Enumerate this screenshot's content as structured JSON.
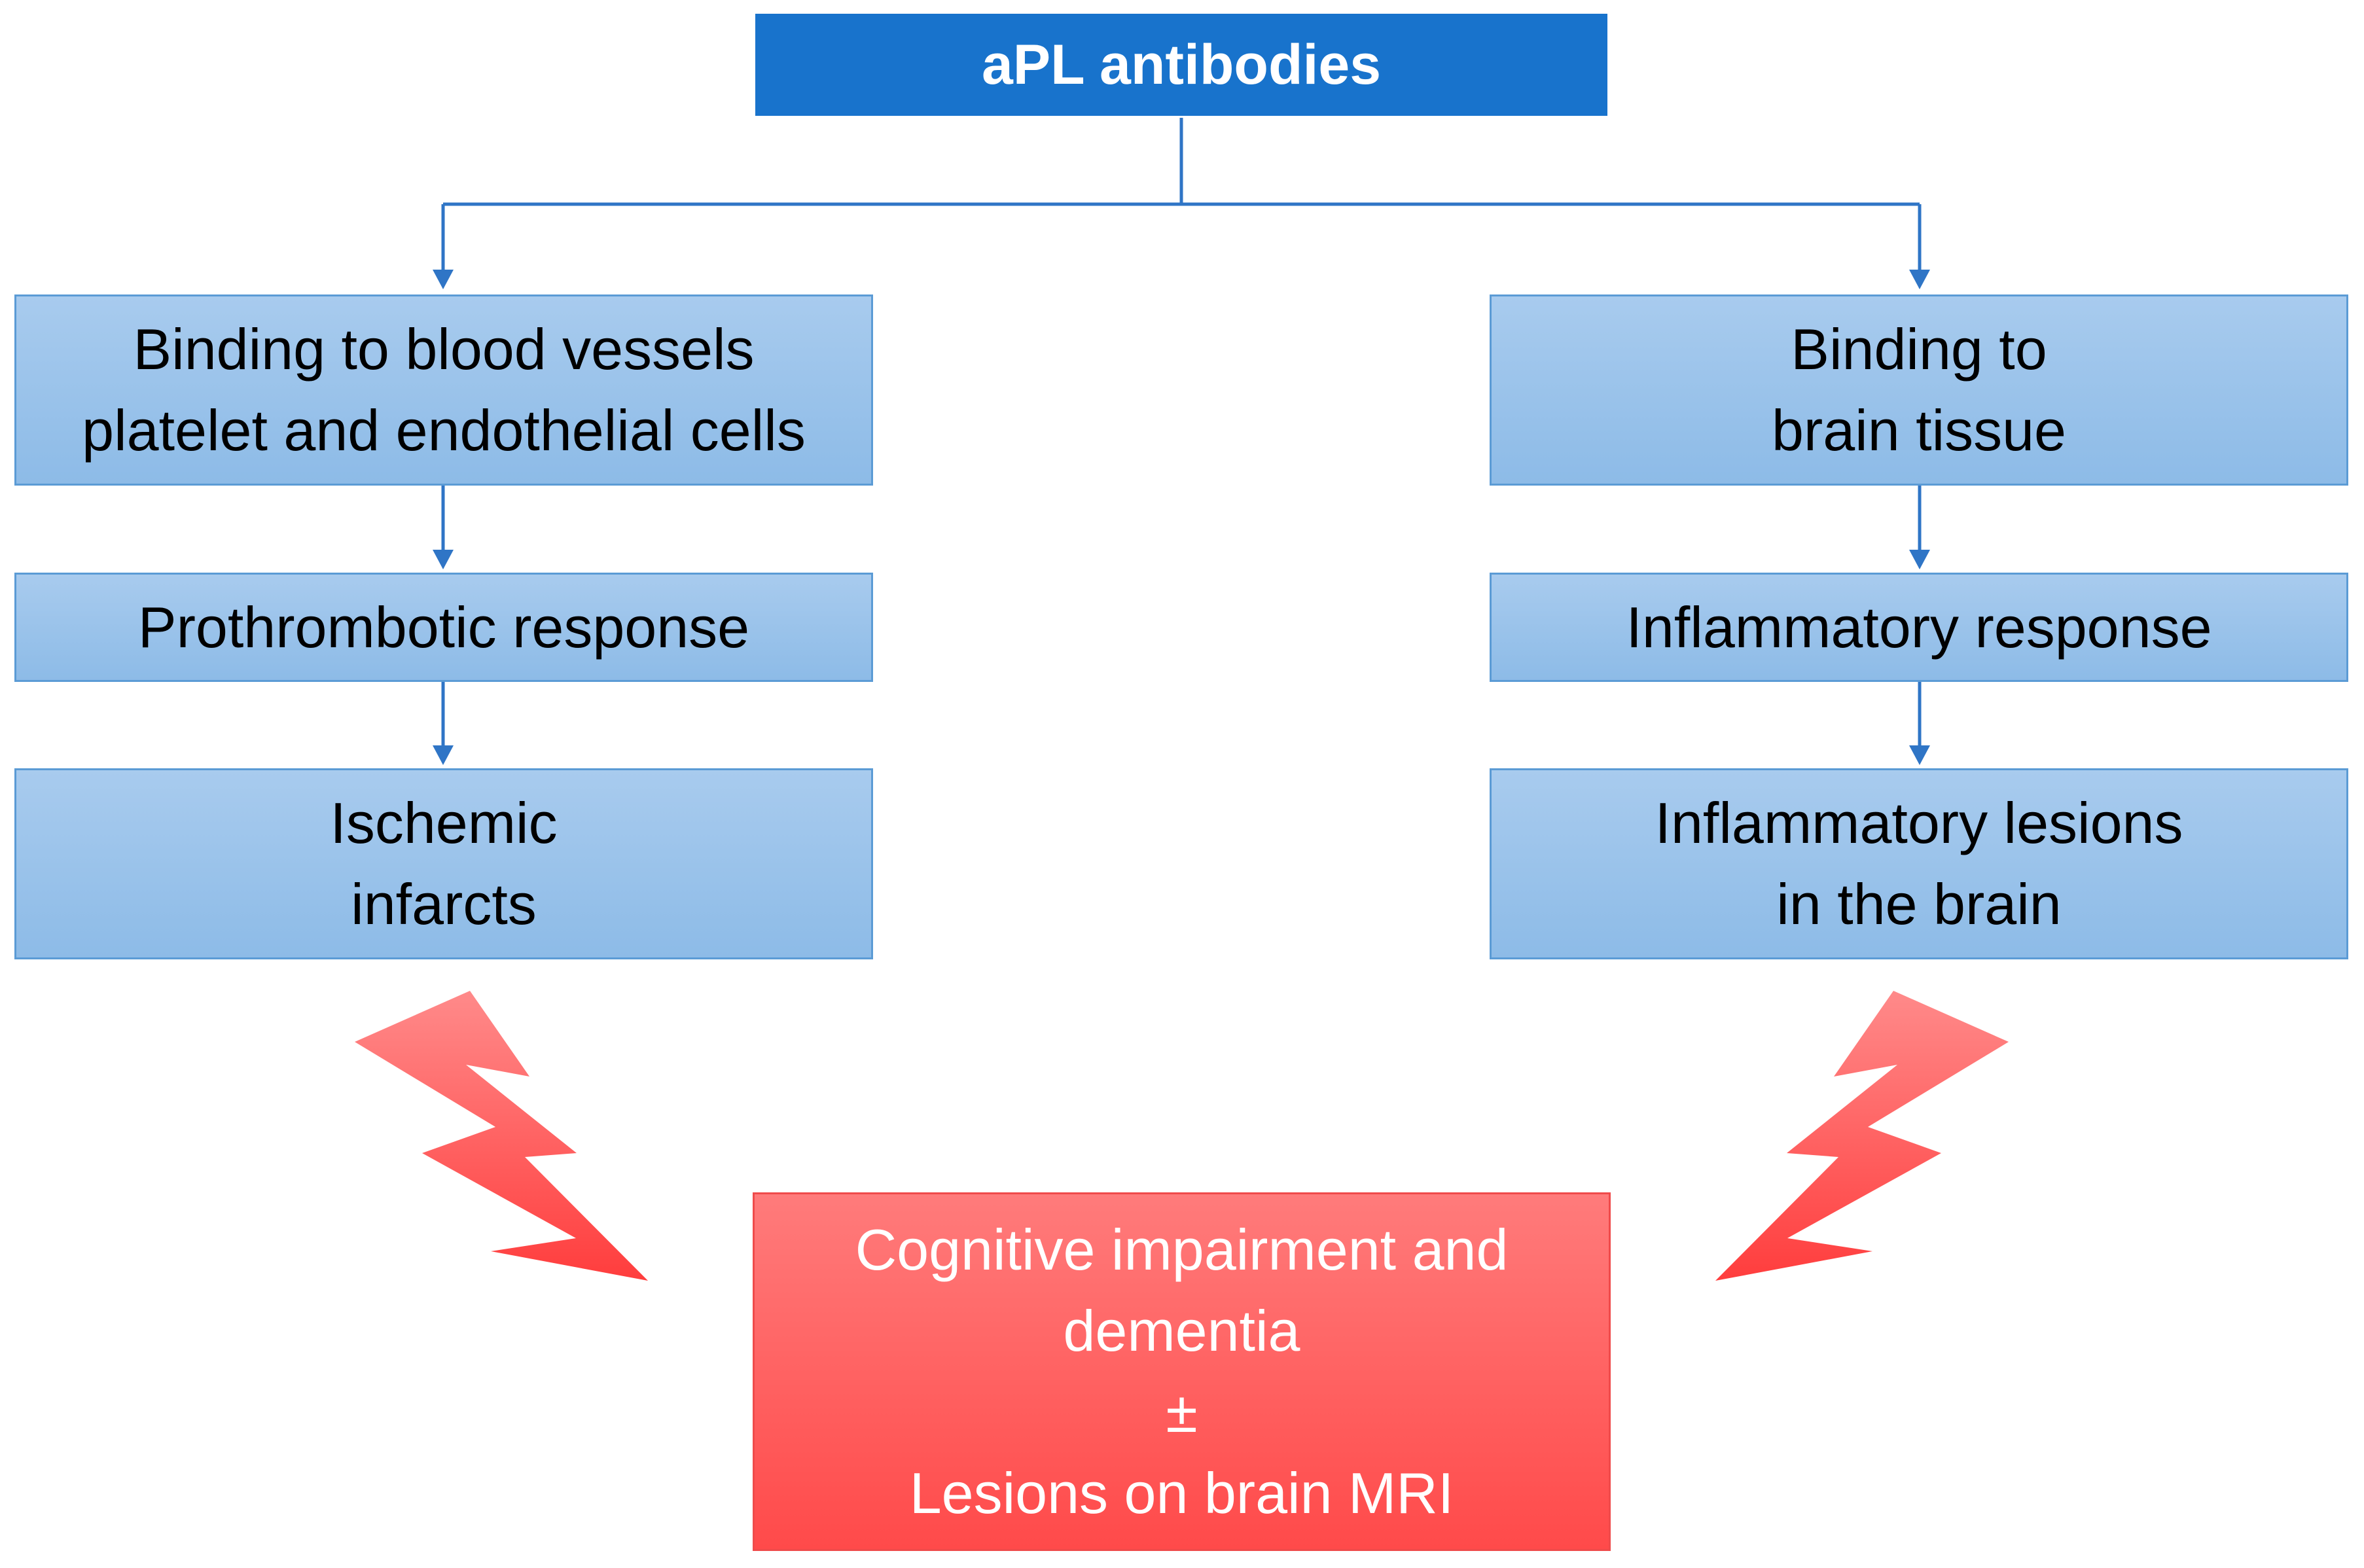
{
  "top": {
    "label": "aPL antibodies"
  },
  "left": {
    "binding": [
      "Binding to blood vessels",
      "platelet and endothelial cells"
    ],
    "response": "Prothrombotic response",
    "outcome": [
      "Ischemic",
      "infarcts"
    ]
  },
  "right": {
    "binding": [
      "Binding to",
      "brain tissue"
    ],
    "response": "Inflammatory response",
    "outcome": [
      "Inflammatory lesions",
      "in the brain"
    ]
  },
  "result": [
    "Cognitive impairment and",
    "dementia",
    "±",
    "Lesions on brain MRI"
  ],
  "colors": {
    "top_fill": "#1873cc",
    "box_fill": "#a8cbee",
    "box_border": "#5b9bd5",
    "connector": "#2f75c6",
    "result_fill": "#ff5a5a",
    "bolt_fill": "#ff5a5a"
  },
  "icons": {
    "left_bolt": "lightning-bolt-icon",
    "right_bolt": "lightning-bolt-icon"
  }
}
